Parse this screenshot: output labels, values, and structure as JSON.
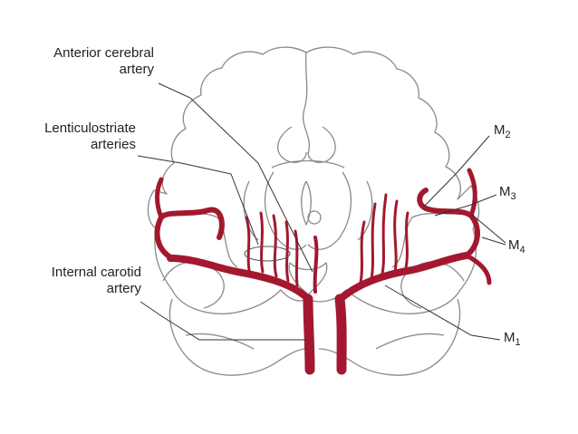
{
  "labels": {
    "aca_line1": "Anterior cerebral",
    "aca_line2": "artery",
    "len_line1": "Lenticulostriate",
    "len_line2": "arteries",
    "ica_line1": "Internal carotid",
    "ica_line2": "artery",
    "m2": {
      "base": "M",
      "sub": "2"
    },
    "m3": {
      "base": "M",
      "sub": "3"
    },
    "m4": {
      "base": "M",
      "sub": "4"
    },
    "m1": {
      "base": "M",
      "sub": "1"
    }
  },
  "colors": {
    "artery": "#a3182f",
    "outline": "#8a8a8a",
    "leader": "#333333"
  }
}
